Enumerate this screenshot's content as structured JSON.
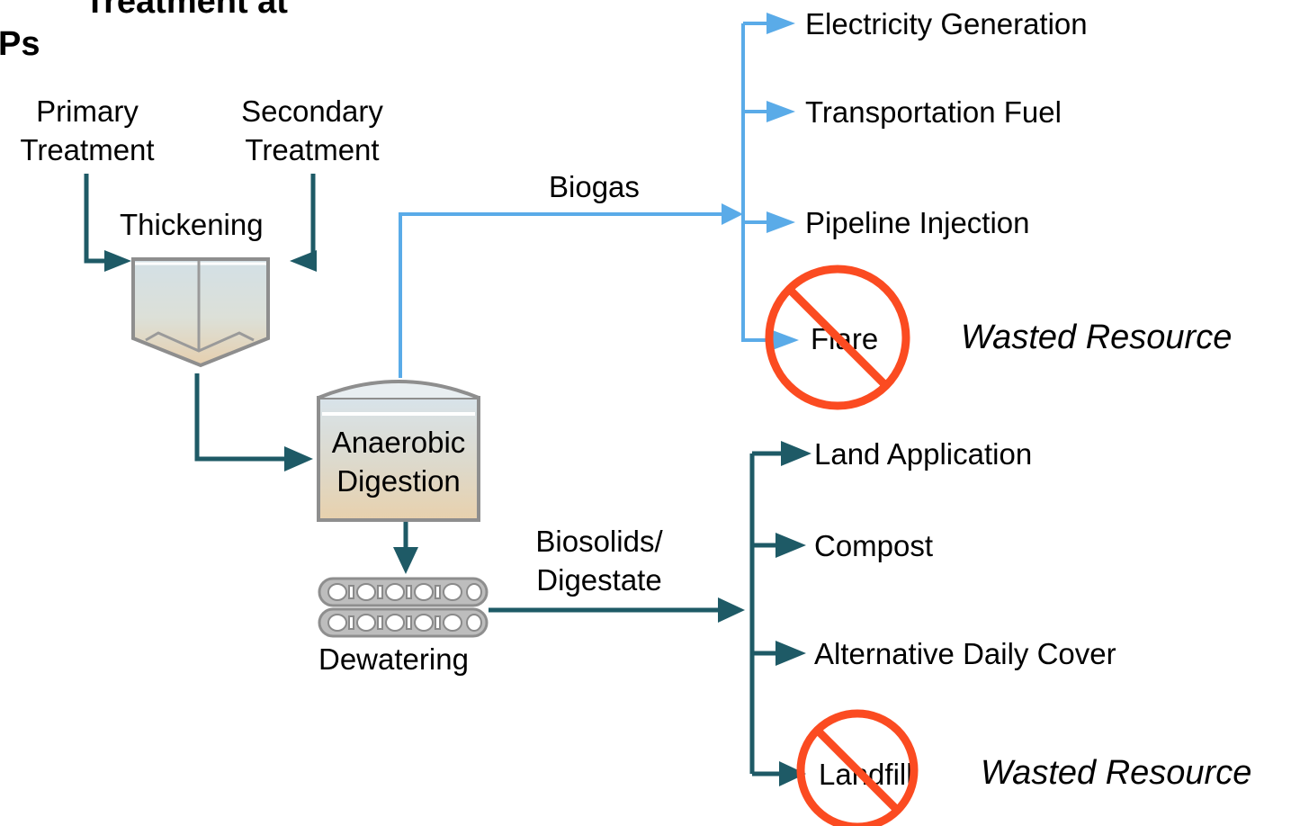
{
  "title": {
    "line1": "Treatment at",
    "line2": "Ps"
  },
  "sources": {
    "primary": "Primary\nTreatment",
    "secondary": "Secondary\nTreatment"
  },
  "processes": {
    "thickening": "Thickening",
    "digestion": "Anaerobic\nDigestion",
    "dewatering": "Dewatering"
  },
  "streams": {
    "biogas": "Biogas",
    "biosolids": "Biosolids/\nDigestate"
  },
  "biogas_uses": [
    "Electricity Generation",
    "Transportation Fuel",
    "Pipeline Injection",
    "Flare"
  ],
  "biosolids_uses": [
    "Land Application",
    "Compost",
    "Alternative Daily Cover",
    "Landfill"
  ],
  "notes": {
    "wasted_biogas": "Wasted Resource",
    "wasted_biosolids": "Wasted Resource"
  },
  "colors": {
    "biogas": "#5aabe8",
    "solids": "#1e5a66",
    "prohibit": "#fb4b21"
  }
}
